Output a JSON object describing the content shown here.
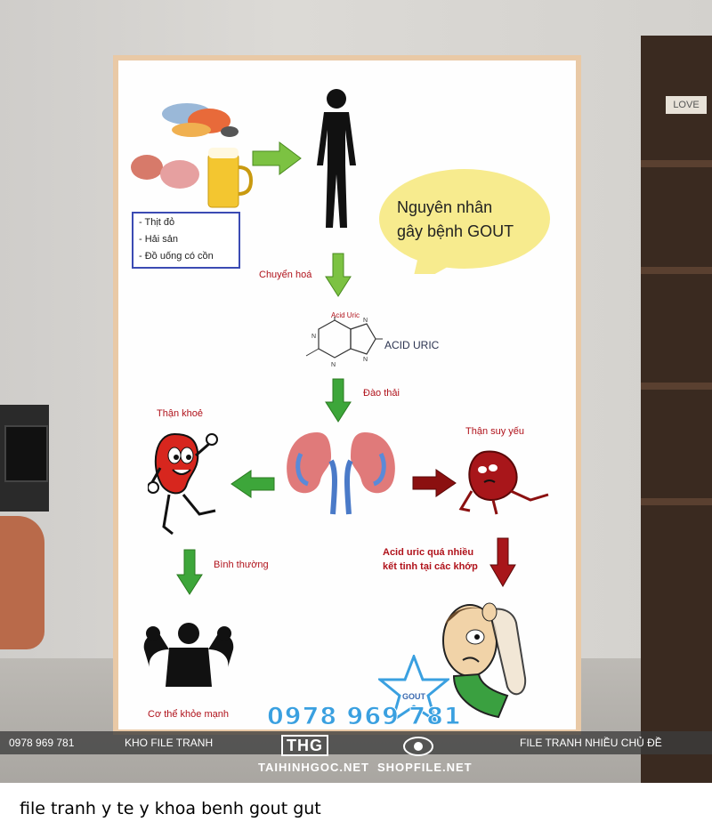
{
  "title": "Nguyên nhân gây bệnh GOUT",
  "title_line1": "Nguyên nhân",
  "title_line2": "gây bệnh GOUT",
  "food_list": [
    "- Thịt đỏ",
    "- Hải sản",
    "- Đồ uống có cồn"
  ],
  "labels": {
    "chuyen_hoa": "Chuyển hoá",
    "acid_uric_small": "Acid Uric",
    "acid_uric": "ACID URIC",
    "dao_thai": "Đào thải",
    "than_khoe": "Thận khoẻ",
    "than_suy_yeu": "Thận suy yếu",
    "binh_thuong": "Bình thường",
    "acid_qua_nhieu_1": "Acid uric quá nhiều",
    "acid_qua_nhieu_2": "kết tinh tại các khớp",
    "co_the_khoe_manh": "Cơ thể khỏe mạnh",
    "gout_star": "GOUT"
  },
  "footer": {
    "phone_left": "0978 969 781",
    "kho_file": "KHO FILE TRANH",
    "phone_big": "0978 969 781",
    "logo_thg": "THG",
    "site1": "TAIHINHGOC.NET",
    "site2": "SHOPFILE.NET",
    "right": "FILE TRANH NHIỀU CHỦ ĐỀ"
  },
  "shelf_sign": "LOVE",
  "caption": "file tranh y te y khoa benh gout gut",
  "colors": {
    "green_arrow": "#7cc242",
    "dark_green_arrow": "#3da63a",
    "red_arrow": "#8b1010",
    "label_red": "#b0121b",
    "bubble": "#f7eb8e"
  }
}
